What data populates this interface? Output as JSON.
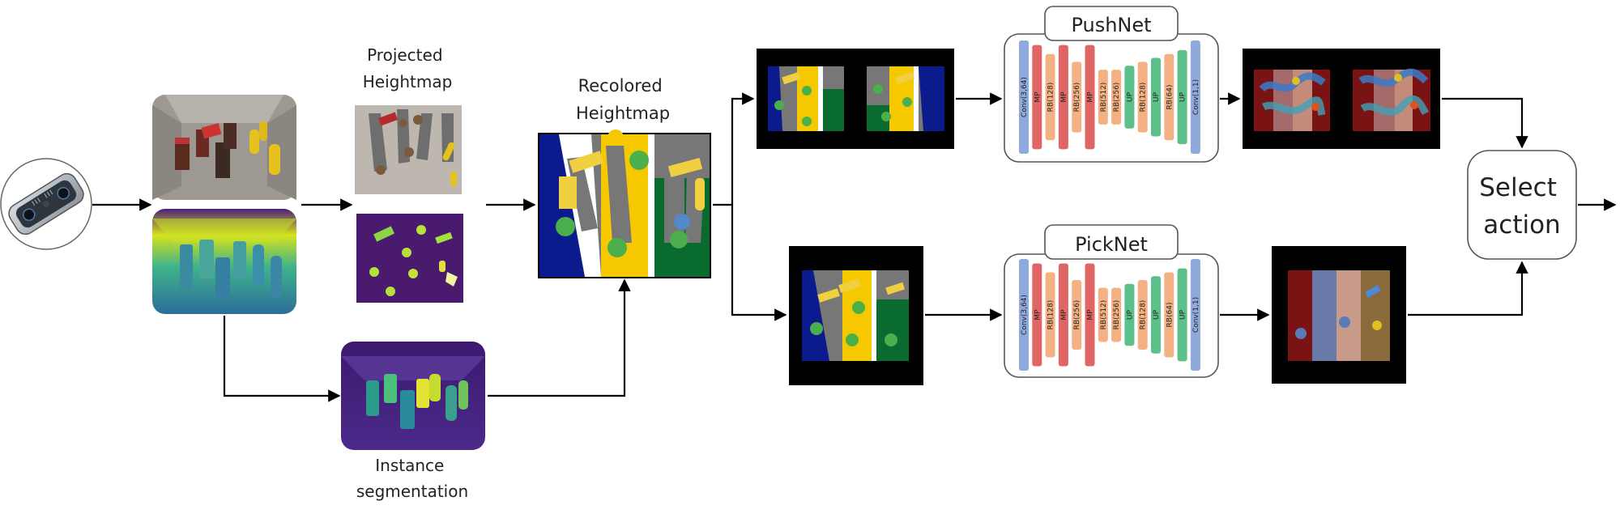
{
  "labels": {
    "projected": [
      "Projected",
      "Heightmap"
    ],
    "recolored": [
      "Recolored",
      "Heightmap"
    ],
    "instance": [
      "Instance",
      "segmentation"
    ],
    "select_action": [
      "Select",
      "action"
    ]
  },
  "networks": {
    "push": {
      "title": "PushNet",
      "layers": [
        "Conv(3,64)",
        "MP",
        "RB(128)",
        "MP",
        "RB(256)",
        "MP",
        "RB(512)",
        "RB(256)",
        "UP",
        "RB(128)",
        "UP",
        "RB(64)",
        "UP",
        "Conv(1,1)"
      ]
    },
    "pick": {
      "title": "PickNet",
      "layers": [
        "Conv(3,64)",
        "MP",
        "RB(128)",
        "MP",
        "RB(256)",
        "MP",
        "RB(512)",
        "RB(256)",
        "UP",
        "RB(128)",
        "UP",
        "RB(64)",
        "UP",
        "Conv(1,1)"
      ]
    }
  },
  "icons": {
    "camera": "depth-camera-icon"
  },
  "colors": {
    "arrow": "#000000",
    "conv": "#8fa9dc",
    "maxpool": "#e06666",
    "resblock": "#f4b183",
    "upsample": "#5cc08a",
    "net_box_border": "#555555",
    "seg_blue": "#0b1a8c",
    "seg_yellow": "#f5c800",
    "seg_green": "#0a6b2e",
    "background_gray": "#777777"
  }
}
